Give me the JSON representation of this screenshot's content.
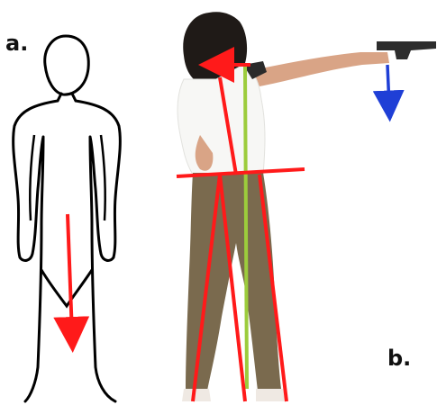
{
  "panels": {
    "a": {
      "label": "a."
    },
    "b": {
      "label": "b."
    }
  },
  "colors": {
    "outline": "#000000",
    "red_line": "#ff1a1a",
    "green_line": "#9ccc3c",
    "blue_arrow": "#1f3fd6",
    "hair": "#1f1a17",
    "shirt": "#f7f7f5",
    "pants": "#7a6a4e",
    "skin": "#d9a486",
    "gun": "#2d2d2d"
  },
  "icons": {
    "a": "outline-human-figure",
    "b": "shooter-with-pistol"
  }
}
